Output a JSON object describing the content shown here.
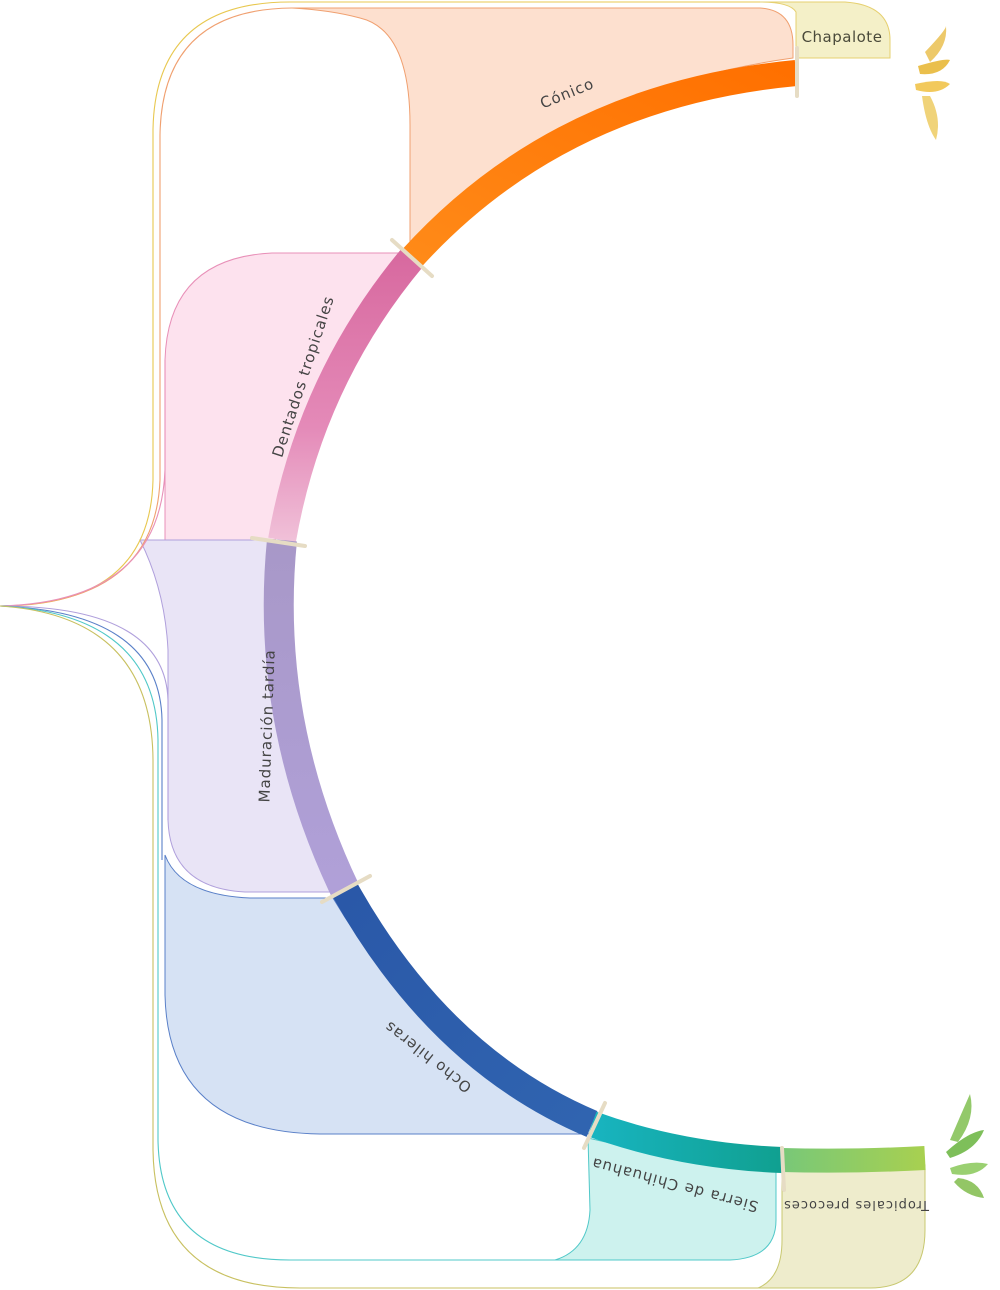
{
  "groups": [
    {
      "id": "chapalote",
      "label": "Chapalote",
      "color": "#e8b830",
      "fill": "#f4f0c8",
      "stroke": "#e6d070"
    },
    {
      "id": "conico",
      "label": "Cónico",
      "color": "#ff7a10",
      "fill": "#fde0cf",
      "stroke": "#f0a070"
    },
    {
      "id": "dentados",
      "label": "Dentados tropicales",
      "color": "#e07ab0",
      "fill": "#fde2ee",
      "stroke": "#e890b8"
    },
    {
      "id": "maduracion",
      "label": "Maduración tardía",
      "color": "#a898cc",
      "fill": "#e9e4f6",
      "stroke": "#b0a0dc"
    },
    {
      "id": "ocho",
      "label": "Ocho hileras",
      "color": "#2e5aa8",
      "fill": "#d6e2f4",
      "stroke": "#5a80c8"
    },
    {
      "id": "sierra",
      "label": "Sierra de Chihuahua",
      "color": "#12a8b0",
      "fill": "#cdf2ee",
      "stroke": "#50c8c8"
    },
    {
      "id": "precoces",
      "label": "Tropicales precoces",
      "color": "#80c858",
      "fill": "#eeeccc",
      "stroke": "#c8c870"
    }
  ]
}
